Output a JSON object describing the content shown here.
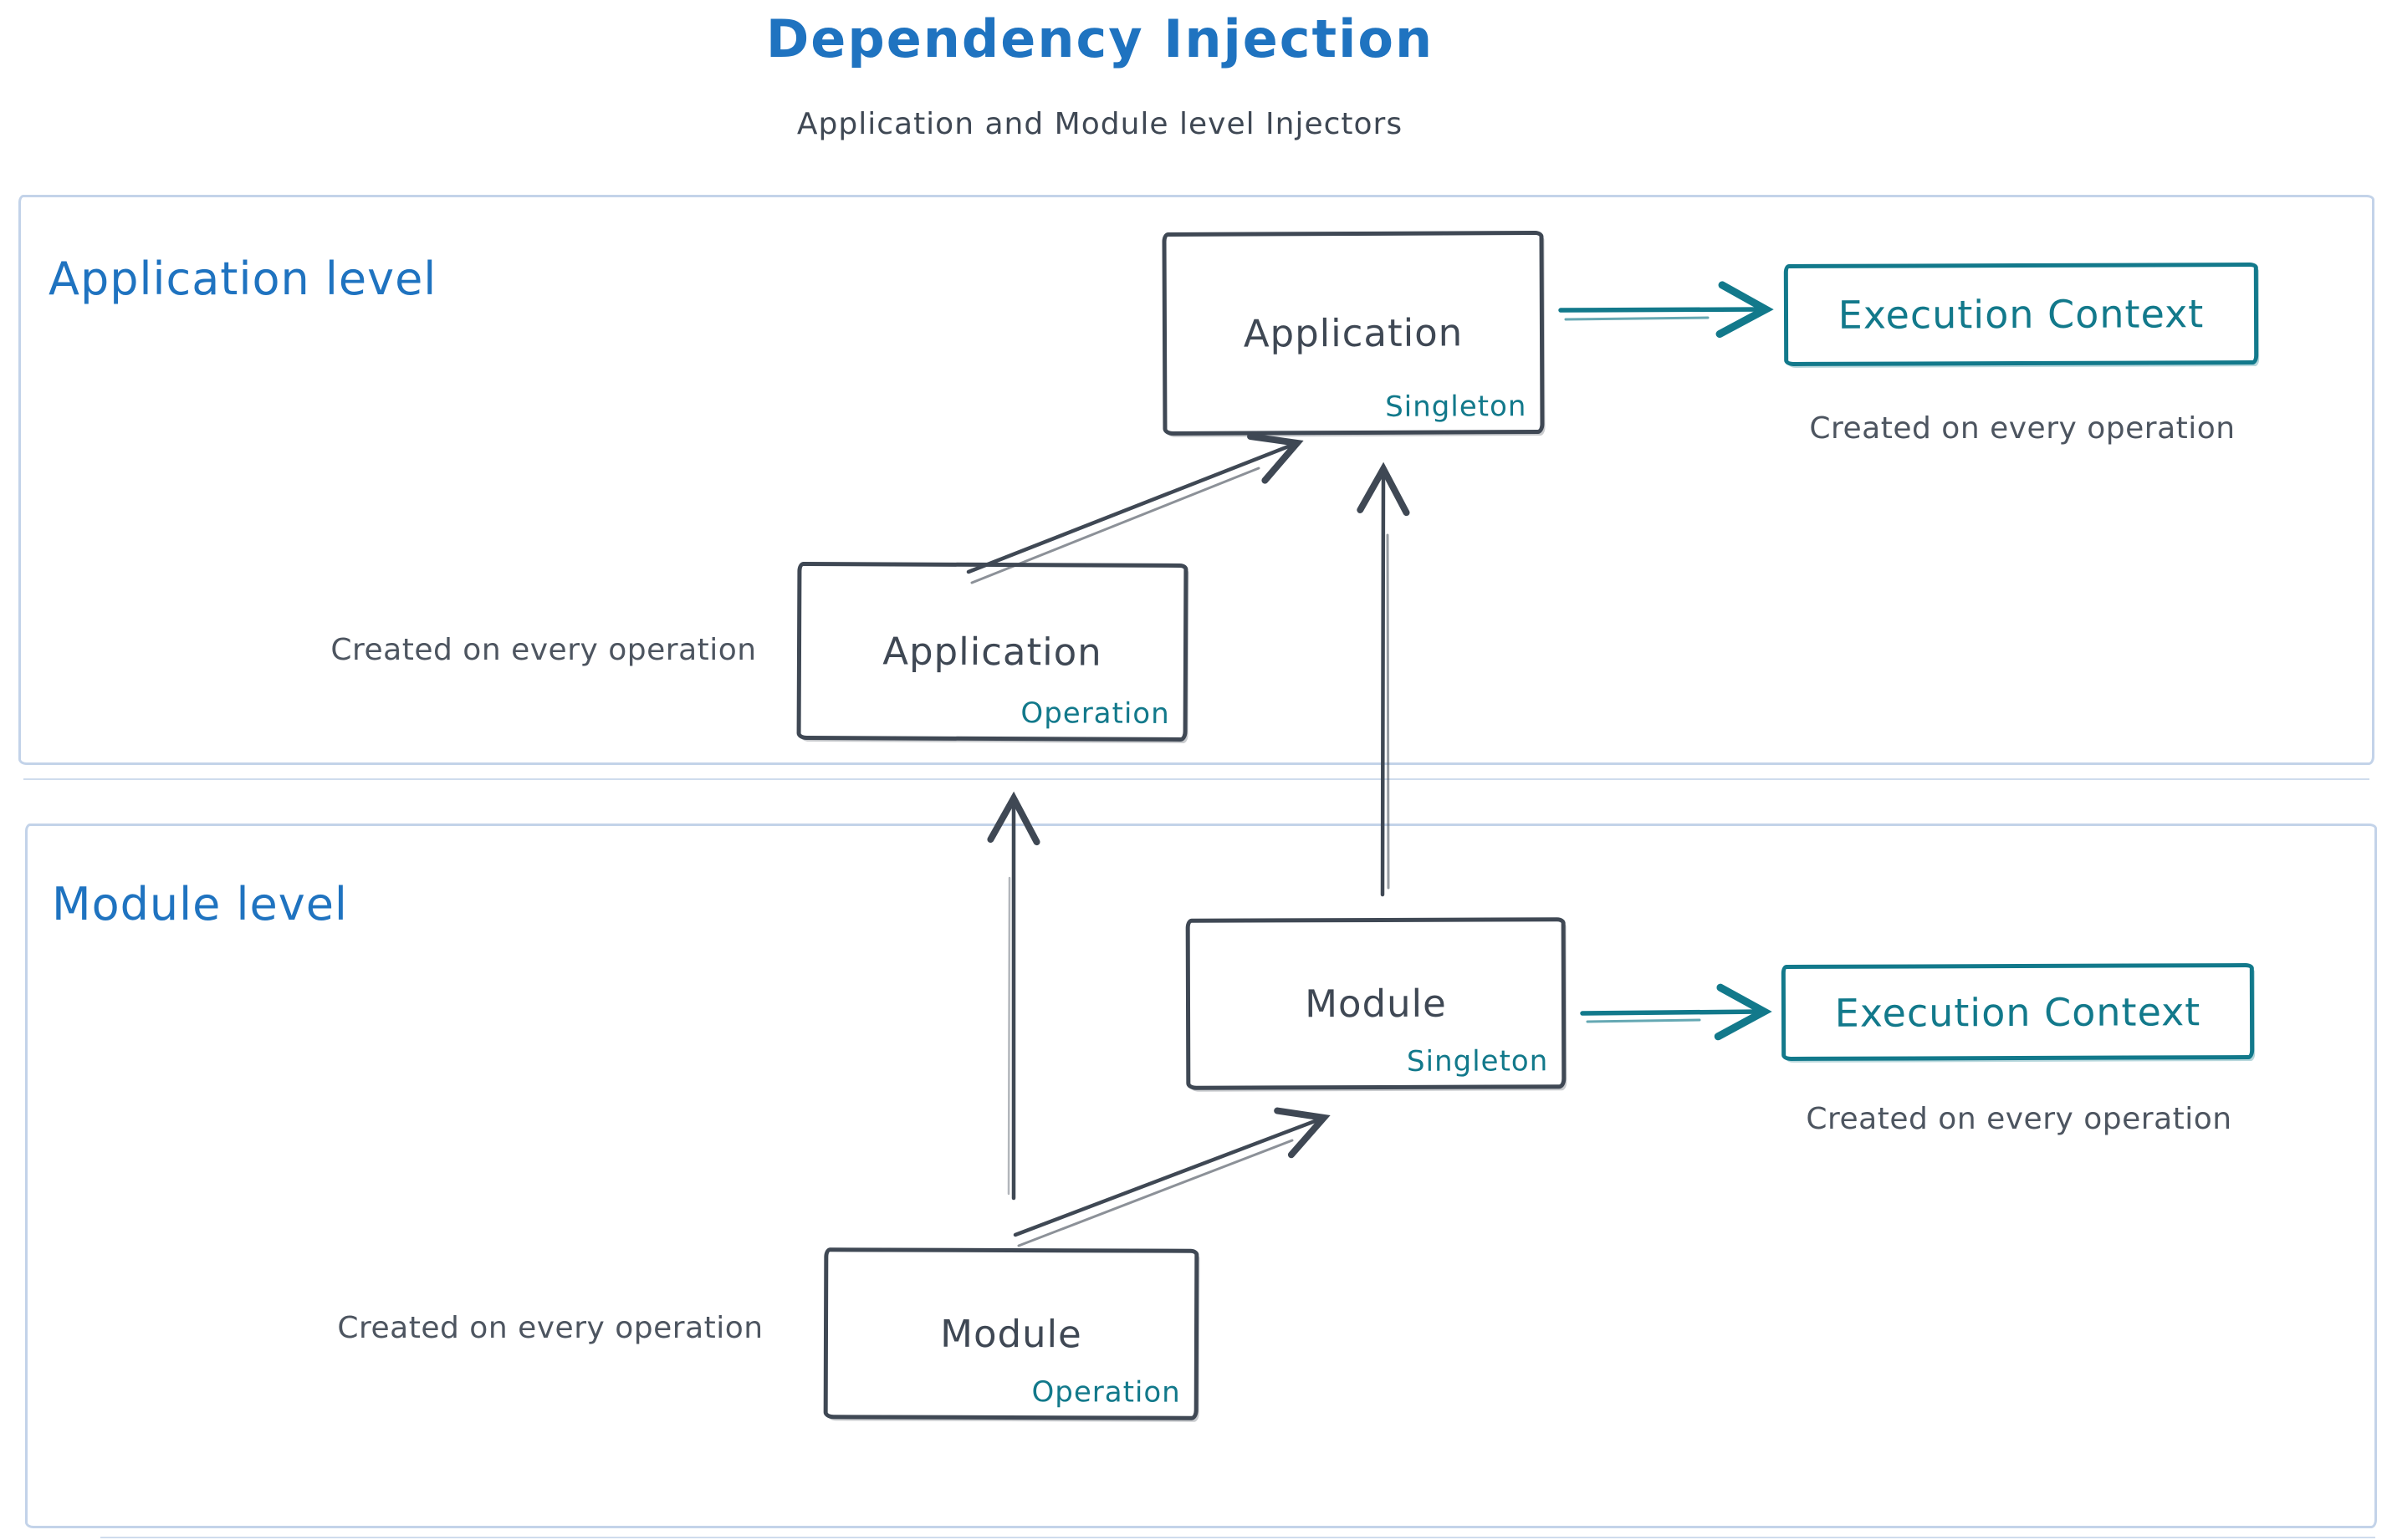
{
  "header": {
    "title": "Dependency Injection",
    "subtitle": "Application and Module level Injectors"
  },
  "colors": {
    "blue": "#1f73c0",
    "teal": "#12798b",
    "dark": "#3f4854",
    "section_border": "#c3d3e9"
  },
  "sections": {
    "application": {
      "label": "Application level",
      "singleton": {
        "name": "Application",
        "scope": "Singleton"
      },
      "operation": {
        "name": "Application",
        "scope": "Operation",
        "caption": "Created on every operation"
      },
      "execution_context": {
        "label": "Execution Context",
        "caption": "Created on every operation"
      }
    },
    "module": {
      "label": "Module level",
      "singleton": {
        "name": "Module",
        "scope": "Singleton"
      },
      "operation": {
        "name": "Module",
        "scope": "Operation",
        "caption": "Created on every operation"
      },
      "execution_context": {
        "label": "Execution Context",
        "caption": "Created on every operation"
      }
    }
  }
}
